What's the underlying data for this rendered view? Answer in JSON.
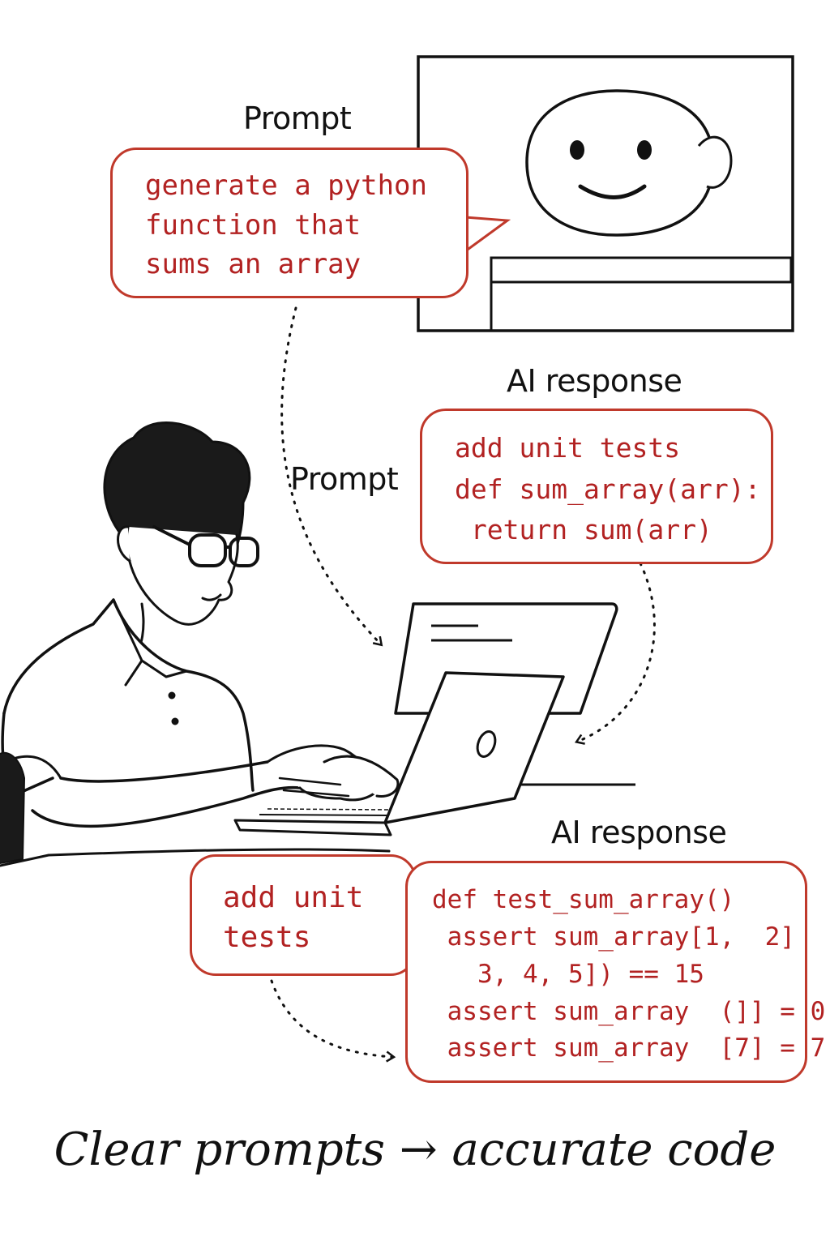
{
  "labels": {
    "prompt_top": "Prompt",
    "prompt_middle": "Prompt",
    "ai_response_middle": "AI response",
    "ai_response_bottom": "AI response"
  },
  "bubbles": {
    "prompt1": [
      "generate a python",
      "function that",
      "sums an array"
    ],
    "response1": [
      "add unit tests",
      "def sum_array(arr):",
      " return sum(arr)"
    ],
    "prompt2": [
      "add unit",
      "tests"
    ],
    "response2": [
      "def test_sum_array()",
      " assert sum_array[1,  2]",
      "   3, 4, 5]) == 15",
      " assert sum_array  (]] = 0",
      " assert sum_array  [7] = 7"
    ]
  },
  "caption": "Clear prompts → accurate code",
  "colors": {
    "accent": "#c0392b",
    "code_text": "#b22222",
    "ink": "#111111"
  },
  "icons": [
    "robot-face-icon",
    "laptop-icon",
    "monitor-icon",
    "person-illustration"
  ]
}
